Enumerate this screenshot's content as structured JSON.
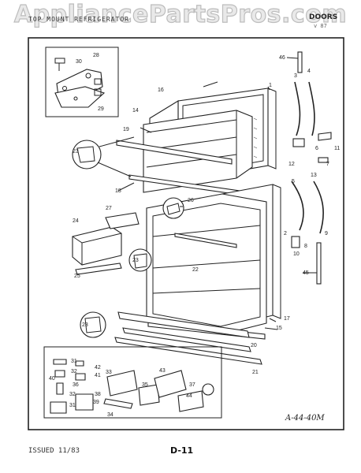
{
  "watermark": "AppliancePartsPros.com",
  "header": {
    "left": "TOP MOUNT REFRIGERATOR",
    "right": "DOORS",
    "sub": "v 87"
  },
  "footer": {
    "issued": "ISSUED 11/83",
    "page": "D-11",
    "drawing_no": "A-44-40M"
  },
  "labels": [
    "1",
    "2",
    "3",
    "4",
    "5",
    "6",
    "7",
    "8",
    "9",
    "10",
    "11",
    "12",
    "13",
    "14",
    "15",
    "16",
    "17",
    "18",
    "19",
    "20",
    "21",
    "22",
    "23",
    "23",
    "23",
    "24",
    "25",
    "26",
    "27",
    "28",
    "29",
    "30",
    "31",
    "31",
    "32",
    "32",
    "33",
    "34",
    "35",
    "36",
    "37",
    "38",
    "39",
    "40",
    "41",
    "42",
    "43",
    "44",
    "45",
    "46"
  ]
}
